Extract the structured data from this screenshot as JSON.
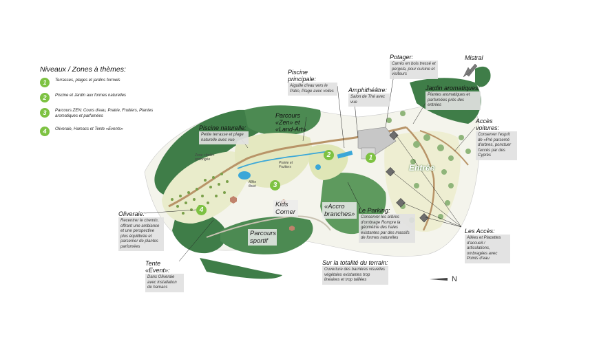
{
  "legend": {
    "title": "Niveaux / Zones à thèmes:",
    "items": [
      {
        "num": "1",
        "text": "Terrasses, plages et jardins formels"
      },
      {
        "num": "2",
        "text": "Piscine et Jardin aux formes naturelles"
      },
      {
        "num": "3",
        "text": "Parcours ZEN: Cours d'eau, Prairie, Fruitiers, Plantes aromatiques et parfumées"
      },
      {
        "num": "4",
        "text": "Oliveraie, Hamacs et Tente «Events»"
      }
    ]
  },
  "labels": {
    "potager": {
      "title": "Potager:",
      "desc": "Carrés en bois tressé et pergola, pour cuisine et visiteurs"
    },
    "mistral": "Mistral",
    "piscine_principale": {
      "title": "Piscine principale:",
      "desc": "Aiguille d'eau vers le Patio, Plage avec voiles"
    },
    "amphitheatre": {
      "title": "Amphithéâtre:",
      "desc": "Salon de Thé avec vue"
    },
    "jardin_aromatiques": {
      "title": "Jardin aromatiques:",
      "desc": "Plantes aromatiques et parfumées près des entrées"
    },
    "parcours_zen": "Parcours «Zen» et «Land-Art»",
    "acces_voitures": {
      "title": "Accès voitures:",
      "desc": "Conserver l'esprit de «Pré parsemé d'arbres, ponctuer l'accès par des Cyprès"
    },
    "piscine_naturelle": {
      "title": "Piscine naturelle:",
      "desc": "Petite terrasse et plage naturelle avec vue"
    },
    "zone_foret": "Zone «forêt» prolongée",
    "prairie": "Prairie et Fruitiers",
    "allee": "Allée fleuri",
    "entree": "Entrée",
    "kids_corner": "Kids Corner",
    "accro_branches": "«Accro branches»",
    "le_parking": {
      "title": "Le Parking:",
      "desc": "Conserver les arbres d'ombrage Rompre la géométrie des haies existantes par des massifs de formes naturelles"
    },
    "oliveraie": {
      "title": "Oliveraie:",
      "desc": "Recentrer le chemin, offrant une ambiance et une perspective plus équilibrée et parsemer de plantes parfumées"
    },
    "parcours_sportif": "Parcours sportif",
    "les_acces": {
      "title": "Les Accès:",
      "desc": "Allées et Placettes d'accueil / articulations, ombragées avec Points d'eau"
    },
    "tente_event": {
      "title": "Tente «Event»:",
      "desc": "Dans Oliveraie avec installation de hamacs"
    },
    "sur_totalite": {
      "title": "Sur la totalité du terrain:",
      "desc": "Ouverture des barrières visuelles végétales existantes trop linéaires et trop taillées"
    },
    "north": "N"
  },
  "badges": [
    "1",
    "2",
    "3",
    "4"
  ],
  "colors": {
    "badge_green": "#7dc242",
    "forest_dark": "#3f7d48",
    "forest_mid": "#5e9a5e",
    "meadow": "#e9eccb",
    "path_brown": "#b89468",
    "water_blue": "#3aa7d8",
    "label_box": "#e1e1e1"
  }
}
